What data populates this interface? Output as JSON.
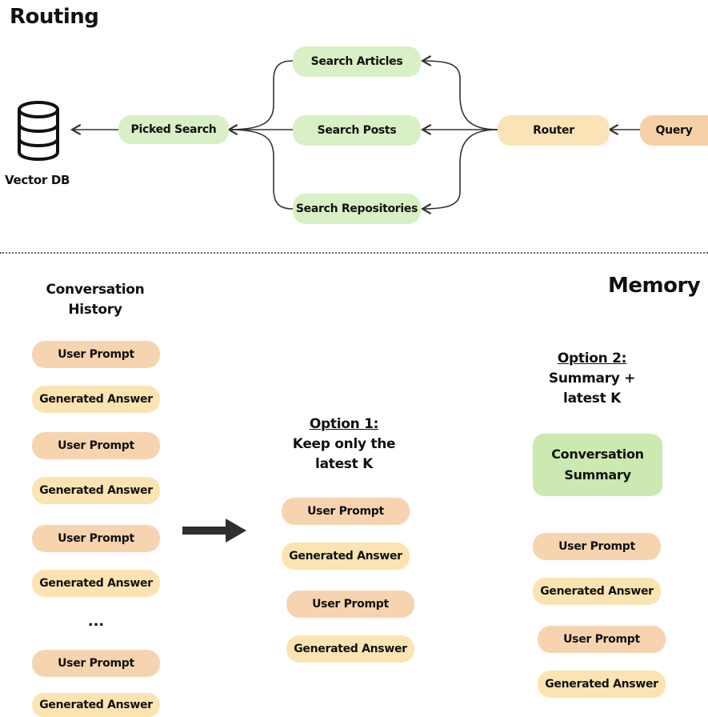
{
  "routing": {
    "title": "Routing",
    "vector_db": "Vector DB",
    "picked_search": "Picked Search",
    "search_articles": "Search Articles",
    "search_posts": "Search Posts",
    "search_repositories": "Search Repositories",
    "router": "Router",
    "query": "Query"
  },
  "memory": {
    "title": "Memory",
    "history_title_line1": "Conversation",
    "history_title_line2": "History",
    "history_items": [
      "User Prompt",
      "Generated Answer",
      "User Prompt",
      "Generated Answer",
      "User Prompt",
      "Generated Answer",
      "...",
      "User Prompt",
      "Generated Answer"
    ],
    "option1": {
      "title": "Option 1:",
      "line1": "Keep only the",
      "line2": "latest K",
      "items": [
        "User Prompt",
        "Generated Answer",
        "User Prompt",
        "Generated Answer"
      ]
    },
    "option2": {
      "title": "Option 2:",
      "line1": "Summary +",
      "line2": "latest K",
      "summary_line1": "Conversation",
      "summary_line2": "Summary",
      "items": [
        "User Prompt",
        "Generated Answer",
        "User Prompt",
        "Generated Answer"
      ]
    }
  },
  "colors": {
    "green": "#d9efc5",
    "peach": "#f7d4b0",
    "yellow": "#fbe4b2",
    "line": "#333333"
  }
}
